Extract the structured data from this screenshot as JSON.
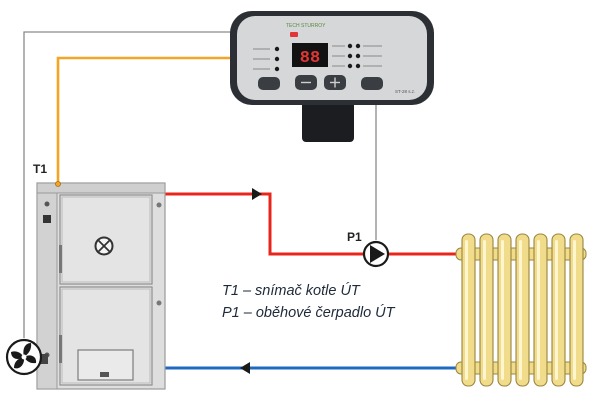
{
  "controller": {
    "brand": "TECH STURROY",
    "display": "88",
    "model_label": "ST-28 s.z.",
    "left_labels": [
      "",
      "",
      ""
    ],
    "right_labels": [
      "",
      "",
      ""
    ]
  },
  "labels": {
    "t1": "T1",
    "p1": "P1"
  },
  "legend": {
    "line1": "T1 – snímač kotle ÚT",
    "line2": "P1 – oběhové čerpadlo ÚT"
  },
  "colors": {
    "supply_pipe": "#e8251b",
    "return_pipe": "#1f6ac0",
    "sensor_cable": "#f2a623",
    "signal_wire": "#8a8a8a",
    "radiator": "#f0dc8a",
    "boiler": "#dcdcdc",
    "controller_body": "#2a2d31"
  }
}
